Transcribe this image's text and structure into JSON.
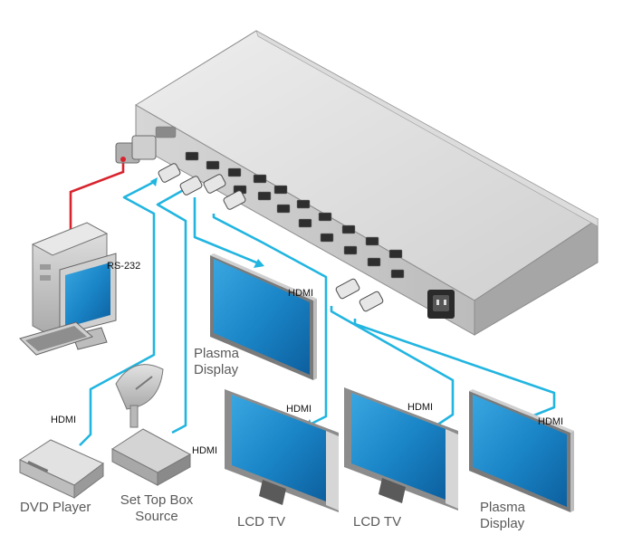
{
  "colors": {
    "hdmi_cable": "#22b5e0",
    "rs232_cable": "#d8242e",
    "chassis": "#b8b8b8",
    "screen": "#1a8fd0"
  },
  "icons": [
    "matrix-switcher-icon",
    "computer-icon",
    "dvd-player-icon",
    "satellite-dish-icon",
    "set-top-box-icon",
    "plasma-display-icon",
    "lcd-tv-icon",
    "power-socket-icon"
  ],
  "cables": {
    "rs232": "RS-232",
    "hdmi_plasma_left": "HDMI",
    "hdmi_dvd": "HDMI",
    "hdmi_settop": "HDMI",
    "hdmi_lcd_left": "HDMI",
    "hdmi_lcd_right": "HDMI",
    "hdmi_plasma_right": "HDMI"
  },
  "devices": {
    "plasma_left": [
      "Plasma",
      "Display"
    ],
    "dvd": "DVD Player",
    "settop": [
      "Set Top Box",
      "Source"
    ],
    "lcd_left": "LCD TV",
    "lcd_right": "LCD TV",
    "plasma_right": [
      "Plasma",
      "Display"
    ]
  }
}
